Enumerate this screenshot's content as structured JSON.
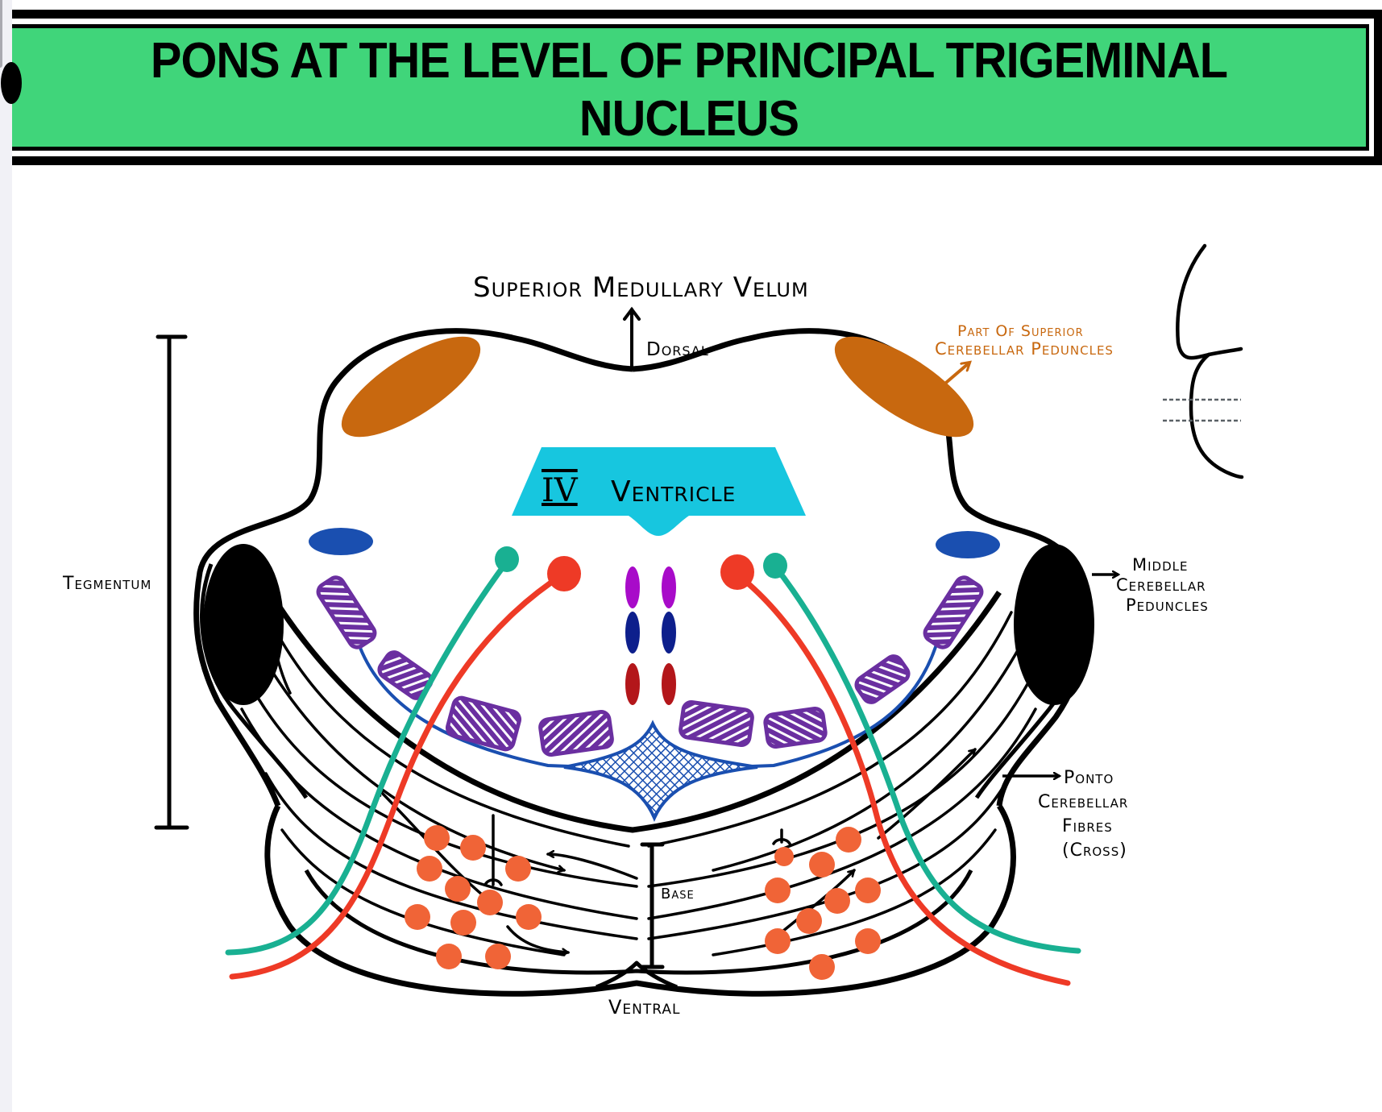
{
  "title": {
    "line1": "PONS AT THE LEVEL OF PRINCIPAL TRIGEMINAL",
    "line2": "NUCLEUS"
  },
  "labels": {
    "superior_medullary_velum": "Superior Medullary Velum",
    "dorsal": "Dorsal",
    "ventral": "Ventral",
    "tegmentum": "Tegmentum",
    "base": "Base",
    "iv_ventricle_numeral": "IV",
    "iv_ventricle_word": "Ventricle",
    "superior_cerebellar_peduncles_line1": "Part Of Superior",
    "superior_cerebellar_peduncles_line2": "Cerebellar Peduncles",
    "middle_cerebellar_peduncles_line1": "Middle",
    "middle_cerebellar_peduncles_line2": "Cerebellar",
    "middle_cerebellar_peduncles_line3": "Peduncles",
    "pontocerebellar_line1": "Ponto",
    "pontocerebellar_line2": "Cerebellar",
    "pontocerebellar_line3": "Fibres",
    "pontocerebellar_line4": "(Cross)"
  },
  "colors": {
    "banner_green": "#40d57a",
    "superior_peduncle_orange": "#c8680f",
    "ventricle_cyan": "#17c6df",
    "nucleus_blue": "#1a4fb0",
    "medial_lemniscus_purple": "#6a2fa0",
    "tract_teal": "#19b092",
    "tract_red": "#ee3a26",
    "pontine_nuclei_orange": "#f06437",
    "midline_magenta": "#a80bc9",
    "midline_navy": "#0d1f8c",
    "midline_darkred": "#b3161a",
    "label_orange": "#c8680f"
  }
}
